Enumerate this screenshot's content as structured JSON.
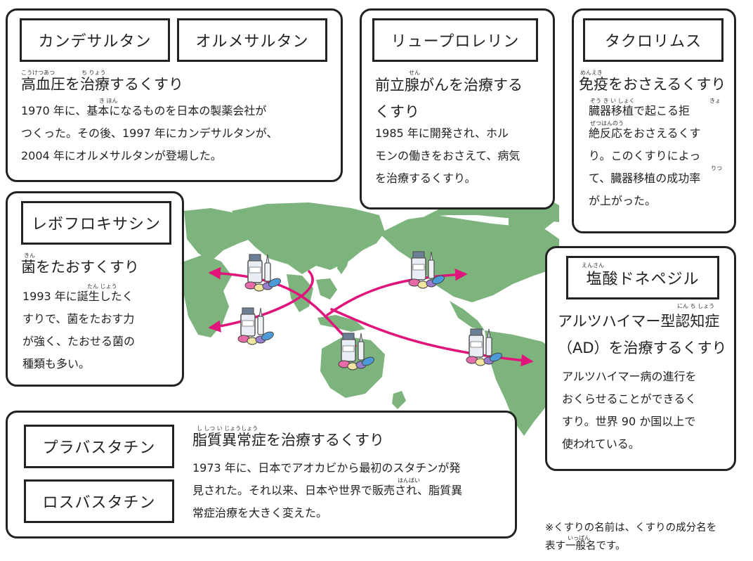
{
  "candesartan": {
    "names": [
      "カンデサルタン",
      "オルメサルタン"
    ],
    "ruby": [
      "こうけつあつ",
      "ち りょう",
      "き ほん"
    ],
    "title": "高血圧を治療するくすり",
    "desc": [
      "1970 年に、基本になるものを日本の製薬会社が",
      "つくった。その後、1997 年にカンデサルタンが、",
      "2004 年にオルメサルタンが登場した。"
    ]
  },
  "leuprorelin": {
    "name": "リュープロレリン",
    "ruby": [
      "せん"
    ],
    "title": [
      "前立腺がんを治療する",
      "くすり"
    ],
    "desc": [
      "1985 年に開発され、ホル",
      "モンの働きをおさえて、病気",
      "を治療するくすり。"
    ]
  },
  "tacrolimus": {
    "name": "タクロリムス",
    "ruby": [
      "めんえき",
      "ぞう き  い しょく",
      "きょ",
      "ぜつはんのう",
      "りつ"
    ],
    "title": "免疫をおさえるくすり",
    "desc": [
      "臓器移植で起こる拒",
      "絶反応をおさえるくす",
      "り。このくすりによっ",
      "て、臓器移植の成功率",
      "が上がった。"
    ]
  },
  "levofloxacin": {
    "name": "レボフロキサシン",
    "ruby": [
      "きん",
      "たん じょう"
    ],
    "title": "菌をたおすくすり",
    "desc": [
      "1993 年に誕生したく",
      "すりで、菌をたおす力",
      "が強く、たおせる菌の",
      "種類も多い。"
    ]
  },
  "donepezil": {
    "name": "塩酸ドネペジル",
    "ruby": [
      "えんさん",
      "にん ち しょう"
    ],
    "title": [
      "アルツハイマー型認知症",
      "（AD）を治療するくすり"
    ],
    "desc": [
      "アルツハイマー病の進行を",
      "おくらせることができるく",
      "すり。世界 90 か国以上で",
      "使われている。"
    ]
  },
  "statin": {
    "names": [
      "プラバスタチン",
      "ロスバスタチン"
    ],
    "ruby": [
      "し しつ い じょうしょう",
      "はんばい"
    ],
    "title": "脂質異常症を治療するくすり",
    "desc": [
      "1973 年に、日本でアオカビから最初のスタチンが発",
      "見された。それ以来、日本や世界で販売され、脂質異",
      "常症治療を大きく変えた。"
    ]
  },
  "note": {
    "ruby": "いっぱん",
    "lines": [
      "※くすりの名前は、くすりの成分名を",
      "表す一般名です。"
    ]
  },
  "colors": {
    "land": "#7db37d",
    "arrow": "#e0147a",
    "border": "#222222"
  }
}
